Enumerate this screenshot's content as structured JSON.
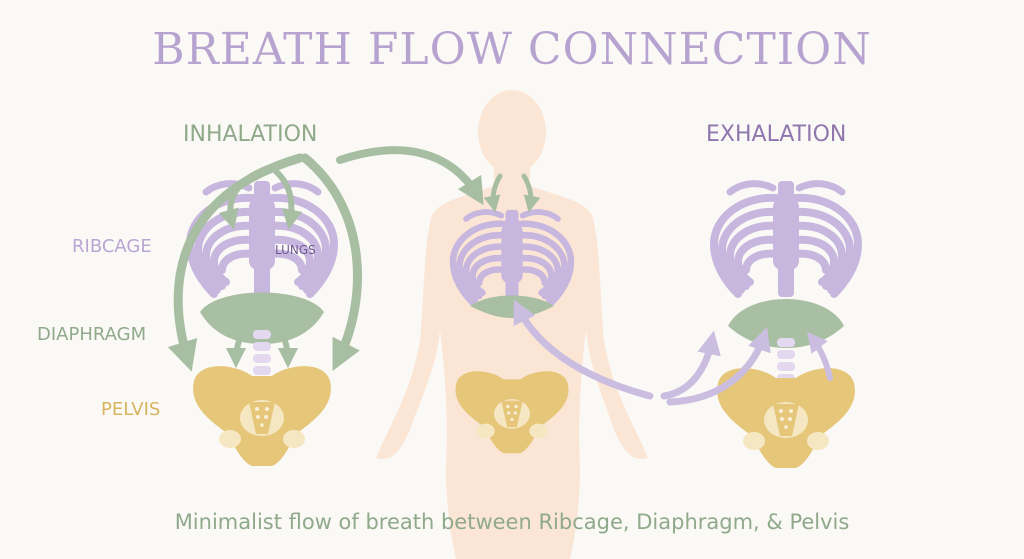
{
  "title": "BREATH FLOW CONNECTION",
  "panels": {
    "inhalation": "INHALATION",
    "exhalation": "EXHALATION"
  },
  "labels": {
    "ribcage": "RIBCAGE",
    "diaphragm": "DIAPHRAGM",
    "pelvis": "PELVIS",
    "lungs": "LUNGS"
  },
  "caption": "Minimalist flow of breath between Ribcage, Diaphragm, & Pelvis",
  "colors": {
    "title": "#b7a3cf",
    "ribcage": "#c7b7df",
    "diaphragm": "#a9bfa3",
    "pelvis": "#e6c77a",
    "body": "#fbe6d6",
    "inhale_arrow": "#a7bea3",
    "exhale_arrow": "#cbbde0"
  }
}
